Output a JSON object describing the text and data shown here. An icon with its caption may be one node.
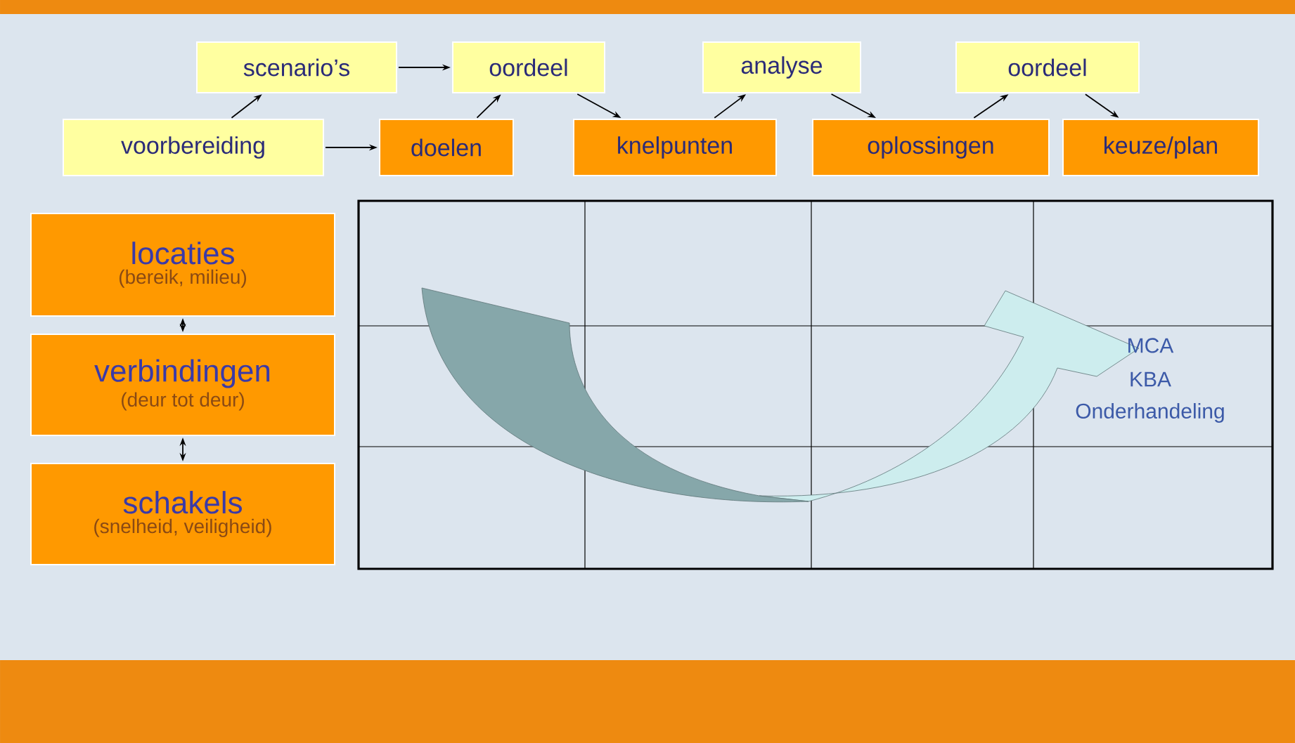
{
  "diagram": {
    "nodes": [
      {
        "text": [
          "scenario’s"
        ]
      },
      {
        "text": [
          "oordeel"
        ]
      },
      {
        "text": [
          "analyse"
        ]
      },
      {
        "text": [
          "oordeel"
        ]
      },
      {
        "text": [
          "voorbereiding"
        ]
      },
      {
        "text": [
          "doelen"
        ]
      },
      {
        "text": [
          "knelpunten"
        ]
      },
      {
        "text": [
          "oplossingen"
        ]
      },
      {
        "text": [
          "keuze/plan"
        ]
      },
      {
        "text": [
          "locaties",
          "(bereik, milieu)"
        ]
      },
      {
        "text": [
          "verbindingen",
          "(deur tot deur)"
        ]
      },
      {
        "text": [
          "schakels",
          "(snelheid, veiligheid)"
        ]
      }
    ],
    "edges": [
      {
        "from": 4,
        "to": 0,
        "arrow": "to"
      },
      {
        "from": 0,
        "to": 1,
        "arrow": "to"
      },
      {
        "from": 4,
        "to": 5,
        "arrow": "to"
      },
      {
        "from": 5,
        "to": 1,
        "arrow": "to"
      },
      {
        "from": 1,
        "to": 6,
        "arrow": "to"
      },
      {
        "from": 6,
        "to": 2,
        "arrow": "to"
      },
      {
        "from": 2,
        "to": 7,
        "arrow": "to"
      },
      {
        "from": 7,
        "to": 3,
        "arrow": "to"
      },
      {
        "from": 3,
        "to": 8,
        "arrow": "to"
      },
      {
        "from": 9,
        "to": 10,
        "arrow": "both"
      },
      {
        "from": 10,
        "to": 11,
        "arrow": "both"
      }
    ],
    "labels": [
      "MCA",
      "KBA",
      "Onderhandeling"
    ]
  }
}
